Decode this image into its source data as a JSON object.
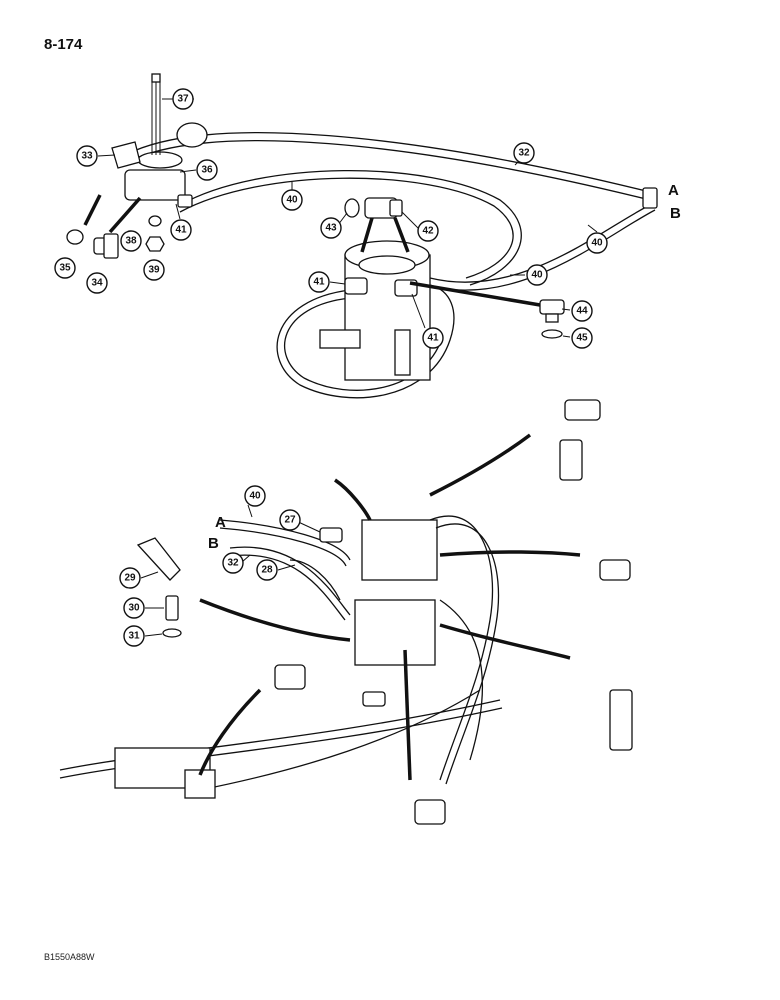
{
  "page_number": "8-174",
  "document_code": "B1550A88W",
  "hose_labels": [
    "A",
    "B"
  ],
  "callouts": [
    "27",
    "28",
    "29",
    "30",
    "31",
    "32",
    "33",
    "34",
    "35",
    "36",
    "37",
    "38",
    "39",
    "40",
    "41",
    "42",
    "43",
    "44",
    "45"
  ]
}
